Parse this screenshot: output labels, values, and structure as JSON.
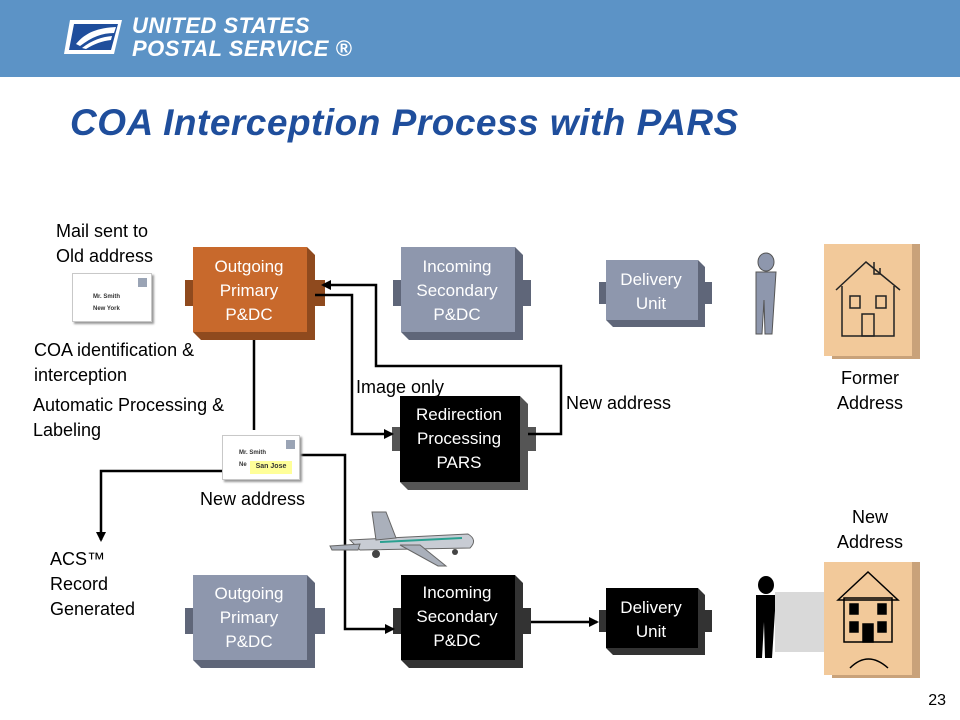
{
  "header": {
    "brand_line1": "UNITED STATES",
    "brand_line2": "POSTAL SERVICE ®",
    "brand_color": "#5c93c6"
  },
  "title": "COA Interception Process with PARS",
  "title_color": "#1f4e9c",
  "nodes": {
    "outgoing_top": "Outgoing Primary P&DC",
    "incoming_top": "Incoming Secondary P&DC",
    "delivery_top": "Delivery Unit",
    "pars": "Redirection Processing PARS",
    "outgoing_bottom": "Outgoing Primary P&DC",
    "incoming_bottom": "Incoming Secondary P&DC",
    "delivery_bottom": "Delivery Unit"
  },
  "labels": {
    "mail_sent": "Mail sent to Old address",
    "coa_identification": "COA identification & interception",
    "automatic_processing": "Automatic Processing & Labeling",
    "image_only": "Image only",
    "new_address_right": "New address",
    "new_address_left": "New address",
    "acs_record": "ACS™ Record Generated",
    "former_address": "Former Address",
    "new_address_house": "New Address"
  },
  "envelopes": {
    "top_name": "Mr. Smith",
    "top_city": "New York",
    "bottom_name": "Mr. Smith",
    "bottom_city_partial": "Ne",
    "bottom_sticker": "San Jose"
  },
  "colors": {
    "orange_block": "#c8692c",
    "grey_block": "#8e97ad",
    "black_block": "#000000",
    "house_bg": "#f2c99a"
  },
  "page_number": "23"
}
